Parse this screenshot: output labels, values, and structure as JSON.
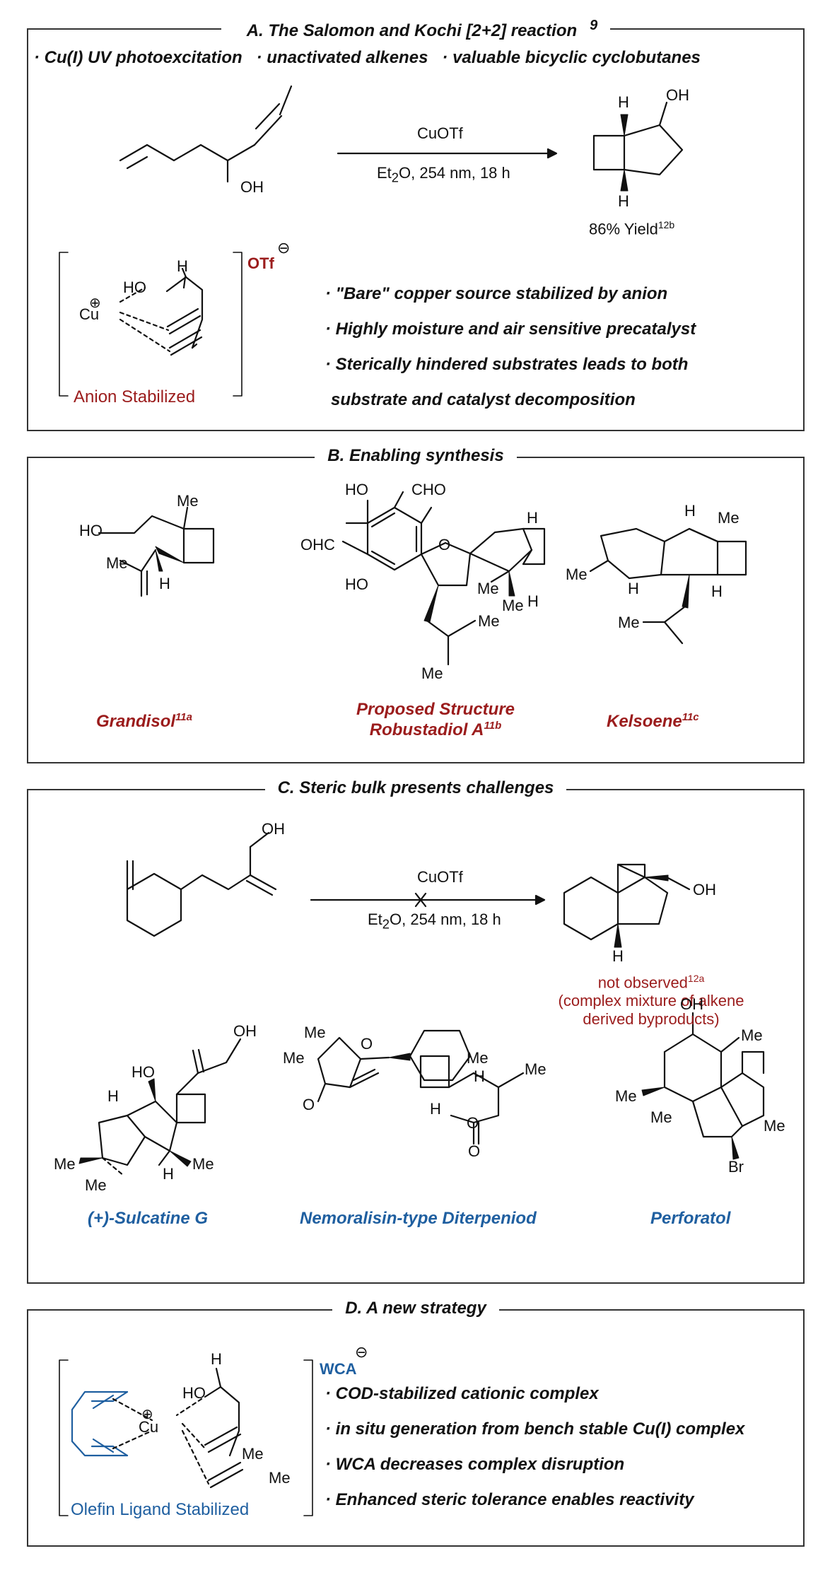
{
  "panelA": {
    "title": "A. The Salomon and Kochi [2+2] reaction",
    "title_ref": "9",
    "features": "· Cu(I) UV photoexcitation   · unactivated alkenes   · valuable bicyclic cyclobutanes",
    "reagent": "CuOTf",
    "conditions_pre": "Et",
    "conditions_sub": "2",
    "conditions_post": "O, 254 nm, 18 h",
    "yield": "86% Yield",
    "yield_ref": "12b",
    "substrate_oh": "OH",
    "product_h_top": "H",
    "product_oh": "OH",
    "product_h_bottom": "H",
    "complex_h": "H",
    "complex_ho": "HO",
    "complex_cu": "Cu",
    "complex_plus": "⊕",
    "counterion": "OTf",
    "counterion_charge": "⊖",
    "complex_label": "Anion Stabilized",
    "bullets": [
      "· \"Bare\" copper source stabilized by anion",
      "· Highly moisture and air sensitive precatalyst",
      "· Sterically hindered substrates leads to both",
      "substrate and catalyst decomposition"
    ]
  },
  "panelB": {
    "title": "B. Enabling synthesis",
    "molecules": [
      {
        "name": "Grandisol",
        "ref": "11a"
      },
      {
        "name": "Proposed Structure",
        "name2": "Robustadiol A",
        "ref": "11b"
      },
      {
        "name": "Kelsoene",
        "ref": "11c"
      }
    ],
    "labels": {
      "ho": "HO",
      "me": "Me",
      "h": "H",
      "cho": "CHO",
      "ohc": "OHC",
      "o": "O"
    }
  },
  "panelC": {
    "title": "C. Steric bulk presents challenges",
    "reagent": "CuOTf",
    "conditions_pre": "Et",
    "conditions_sub": "2",
    "conditions_post": "O, 254 nm, 18 h",
    "result_line1": "not observed",
    "result_ref": "12a",
    "result_line2": "(complex mixture of alkene",
    "result_line3": "derived byproducts)",
    "molecules": [
      {
        "name": "(+)-Sulcatine G"
      },
      {
        "name": "Nemoralisin-type Diterpeniod"
      },
      {
        "name": "Perforatol"
      }
    ],
    "labels": {
      "oh": "OH",
      "ho": "HO",
      "h": "H",
      "me": "Me",
      "o": "O",
      "br": "Br"
    }
  },
  "panelD": {
    "title": "D. A new strategy",
    "counterion": "WCA",
    "counterion_charge": "⊖",
    "complex_label": "Olefin Ligand Stabilized",
    "complex_h": "H",
    "complex_ho": "HO",
    "complex_cu": "Cu",
    "complex_plus": "⊕",
    "complex_me1": "Me",
    "complex_me2": "Me",
    "bullets": [
      "· COD-stabilized cationic complex",
      "· in situ generation from bench stable Cu(I) complex",
      "· WCA decreases complex disruption",
      "· Enhanced steric tolerance enables reactivity"
    ]
  },
  "colors": {
    "red": "#9b1c1c",
    "blue": "#1f5fa0"
  }
}
